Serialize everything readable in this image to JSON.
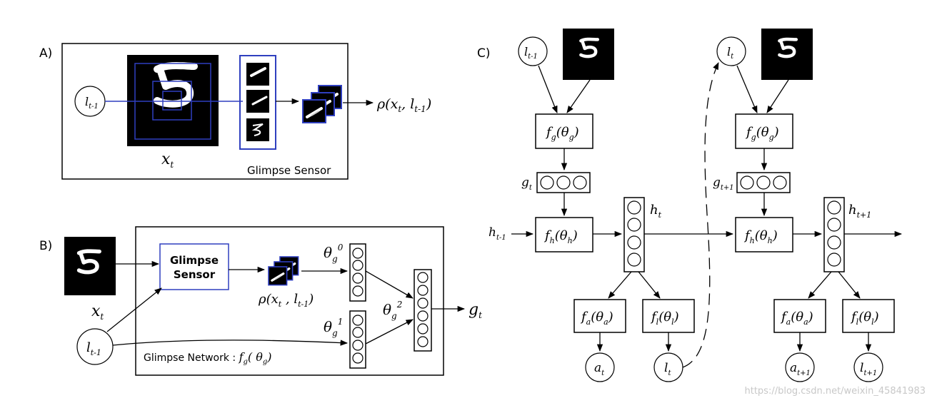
{
  "panels": {
    "a": {
      "label": "A)",
      "sensor_caption": "Glimpse Sensor",
      "location": "l",
      "location_sub": "t-1",
      "image": "x",
      "image_sub": "t",
      "output": "ρ(x",
      "output_sub": "t",
      "output_mid": ", l",
      "output_sub2": "t-1",
      "output_end": ")"
    },
    "b": {
      "label": "B)",
      "sensor_line1": "Glimpse",
      "sensor_line2": "Sensor",
      "rho": "ρ(x",
      "rho_sub": "t",
      "rho_mid": " , l",
      "rho_sub2": "t-1",
      "rho_end": ")",
      "theta0": "θ",
      "theta0_sub": "g",
      "theta0_sup": "0",
      "theta1": "θ",
      "theta1_sub": "g",
      "theta1_sup": "1",
      "theta2": "θ",
      "theta2_sub": "g",
      "theta2_sup": "2",
      "output": "g",
      "output_sub": "t",
      "image": "x",
      "image_sub": "t",
      "location": "l",
      "location_sub": "t-1",
      "network_caption": "Glimpse Network : ",
      "network_fn": "f",
      "network_fn_sub": "g",
      "network_fn_args": "( θ",
      "network_fn_args_sub": "g",
      "network_fn_end": ")"
    },
    "c": {
      "label": "C)",
      "l_prev": "l",
      "l_prev_sub": "t-1",
      "l_curr": "l",
      "l_curr_sub": "t",
      "fg": "f",
      "fg_sub": "g",
      "fg_args": "(θ",
      "fg_args_sub": "g",
      "fg_end": ")",
      "fh": "f",
      "fh_sub": "h",
      "fh_args": "(θ",
      "fh_args_sub": "h",
      "fh_end": ")",
      "fa": "f",
      "fa_sub": "a",
      "fa_args": "(θ",
      "fa_args_sub": "a",
      "fa_end": ")",
      "fl": "f",
      "fl_sub": "l",
      "fl_args": "(θ",
      "fl_args_sub": "l",
      "fl_end": ")",
      "g_t": "g",
      "g_t_sub": "t",
      "g_next": "g",
      "g_next_sub": "t+1",
      "h_prev": "h",
      "h_prev_sub": "t-1",
      "h_t": "h",
      "h_t_sub": "t",
      "h_next": "h",
      "h_next_sub": "t+1",
      "a_t": "a",
      "a_t_sub": "t",
      "a_next": "a",
      "a_next_sub": "t+1",
      "l_out": "l",
      "l_out_sub": "t",
      "l_next": "l",
      "l_next_sub": "t+1"
    }
  },
  "watermark": "https://blog.csdn.net/weixin_45841983",
  "colors": {
    "accent": "#2f3fbf",
    "ink": "#000000",
    "image_bg": "#000000",
    "watermark": "#c8c8c8"
  }
}
